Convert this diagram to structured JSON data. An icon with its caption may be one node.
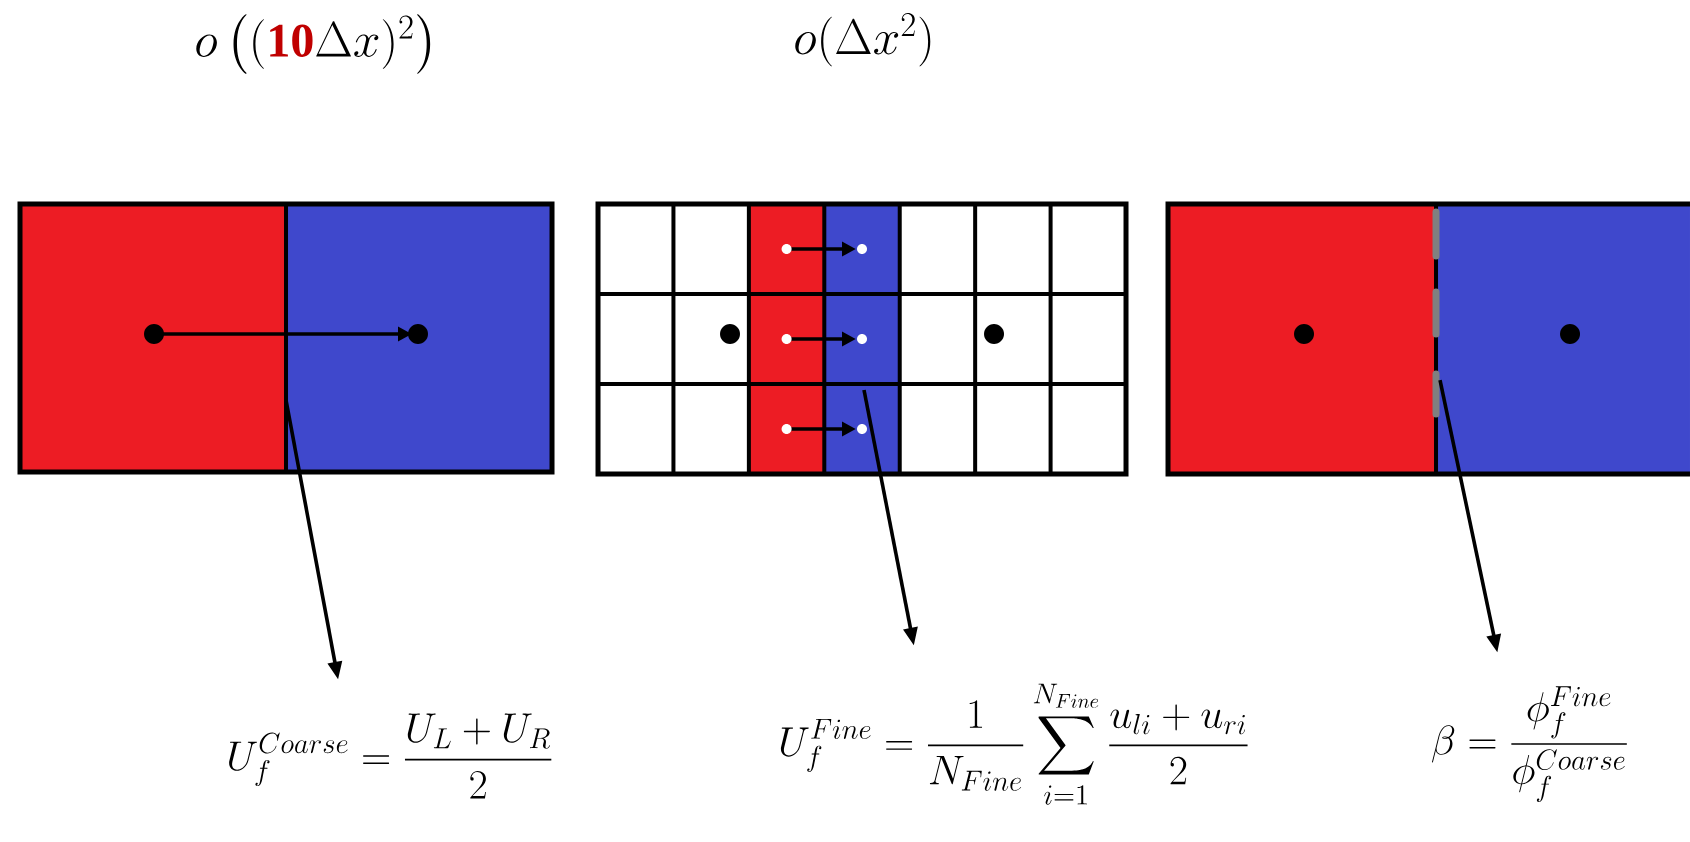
{
  "diagram": {
    "nodes": [
      {
        "text": [],
        "shape": "box"
      },
      {
        "text": [],
        "shape": "box"
      },
      {
        "text": [],
        "shape": "box"
      },
      {
        "text": [
          "U_f^{Coarse}=\\frac{U_L+U_R}{2}"
        ]
      },
      {
        "text": [
          "U_f^{Fine}=\\frac{1}{N_{Fine}}\\sum_{i=1}^{N_{Fine}}\\frac{u_{li}+u_{ri}}{2}"
        ]
      },
      {
        "text": [
          "\\beta=\\frac{\\phi_f^{Fine}}{\\phi_f^{Coarse}}"
        ]
      }
    ],
    "edges": [
      {
        "from": 0,
        "to": 3,
        "arrow": "to"
      },
      {
        "from": 1,
        "to": 4,
        "arrow": "to"
      },
      {
        "from": 2,
        "to": 5,
        "arrow": "to"
      }
    ],
    "labels": [
      "o\\left((\\textcolor[HTML]{C00000}{\\mathbf{10}}\\Delta x)^2\\right)",
      "o(\\Delta x^2)"
    ]
  }
}
